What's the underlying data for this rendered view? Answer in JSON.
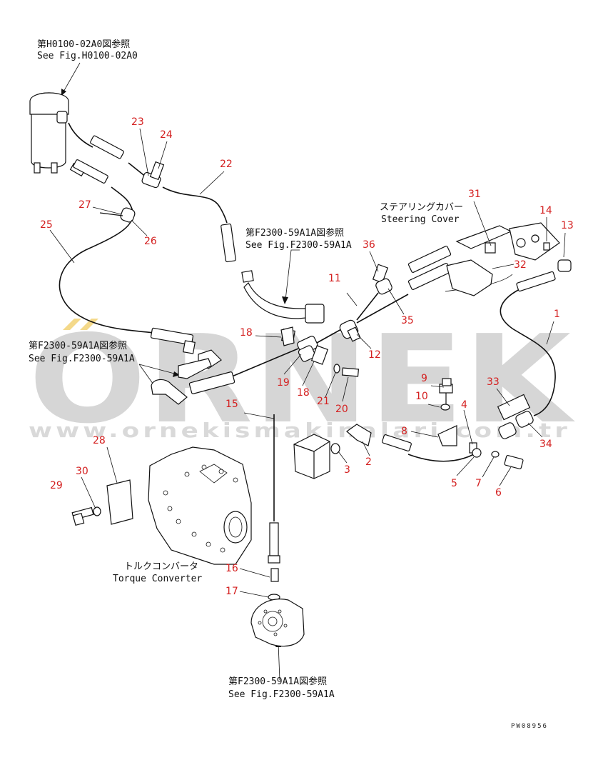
{
  "watermark": {
    "brand": "ORNEK",
    "url": "www.ornekismakinalari.com.tr",
    "brand_color": "#d6d6d6",
    "accent_color": "#f4d98a"
  },
  "references": {
    "top_jp": "第H0100-02A0図参照",
    "top_en": "See Fig.H0100-02A0",
    "mid_jp": "第F2300-59A1A図参照",
    "mid_en": "See Fig.F2300-59A1A",
    "left_jp": "第F2300-59A1A図参照",
    "left_en": "See Fig.F2300-59A1A",
    "bottom_jp": "第F2300-59A1A図参照",
    "bottom_en": "See Fig.F2300-59A1A"
  },
  "components": {
    "steering_jp": "ステアリングカバー",
    "steering_en": "Steering Cover",
    "torque_jp": "トルクコンバータ",
    "torque_en": "Torque Converter"
  },
  "drawing_code": "PW08956",
  "part_numbers": [
    "1",
    "2",
    "3",
    "4",
    "5",
    "6",
    "7",
    "8",
    "9",
    "10",
    "11",
    "12",
    "13",
    "14",
    "15",
    "16",
    "17",
    "18",
    "18",
    "19",
    "20",
    "21",
    "22",
    "23",
    "24",
    "25",
    "26",
    "27",
    "28",
    "29",
    "30",
    "31",
    "32",
    "33",
    "34",
    "35",
    "36"
  ],
  "number_color": "#d42020"
}
